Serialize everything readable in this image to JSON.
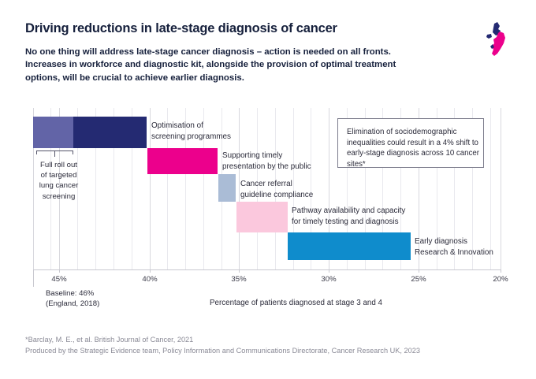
{
  "header": {
    "title": "Driving reductions in late-stage diagnosis of cancer",
    "subtitle": "No one thing will address late-stage cancer diagnosis – action is needed on all fronts. Increases in workforce and diagnostic kit, alongside the provision of optimal treatment options, will be crucial to achieve earlier diagnosis.",
    "logo_name": "uk-map-logo"
  },
  "callout": {
    "text": "Elimination of sociodemographic inequalities could result in a 4% shift to early-stage diagnosis across 10 cancer sites*"
  },
  "bracket": {
    "label": "Full roll out\nof targeted\nlung cancer\nscreening"
  },
  "notes": {
    "baseline": "Baseline: 46%\n(England, 2018)",
    "axis_title": "Percentage of patients diagnosed at stage 3 and 4"
  },
  "footer": {
    "line1": "*Barclay, M. E., et al. British Journal of Cancer, 2021",
    "line2": "Produced by the Strategic Evidence team, Policy Information and Communications Directorate, Cancer Research UK, 2023"
  },
  "chart_data": {
    "type": "bar",
    "orientation": "horizontal-waterfall",
    "title": "Driving reductions in late-stage diagnosis of cancer",
    "xlabel": "Percentage of patients diagnosed at stage 3 and 4",
    "ylabel": "",
    "xlim": [
      46.0,
      20.0
    ],
    "x_reversed": true,
    "tick_values": [
      45,
      40,
      35,
      30,
      25,
      20
    ],
    "tick_labels": [
      "45%",
      "40%",
      "35%",
      "30%",
      "25%",
      "20%"
    ],
    "grid": true,
    "legend": "none",
    "baseline_value": 46.0,
    "baseline_label": "Baseline: 46%\n(England, 2018)",
    "segments": [
      {
        "label": "Full roll out of targeted lung cancer screening",
        "label_display": "",
        "start": 46.0,
        "end": 43.75,
        "magnitude": 2.25,
        "color": "#6264a7",
        "label_position": "bracket-below"
      },
      {
        "label": "Optimisation of screening programmes",
        "label_display": "Optimisation of\nscreening programmes",
        "start": 43.75,
        "end": 39.6,
        "magnitude": 4.15,
        "color": "#242a72",
        "label_position": "right"
      },
      {
        "label": "Supporting timely presentation by the public",
        "label_display": "Supporting timely\npresentation by the public",
        "start": 39.6,
        "end": 35.7,
        "magnitude": 3.9,
        "color": "#ec008c",
        "label_position": "right"
      },
      {
        "label": "Cancer referral guideline compliance",
        "label_display": "Cancer referral\nguideline compliance",
        "start": 35.7,
        "end": 34.7,
        "magnitude": 1.0,
        "color": "#aabcd6",
        "label_position": "right"
      },
      {
        "label": "Pathway availability and capacity for timely testing and diagnosis",
        "label_display": "Pathway availability and capacity\nfor timely testing and diagnosis",
        "start": 34.7,
        "end": 31.8,
        "magnitude": 2.9,
        "color": "#fbc8dd",
        "label_position": "right"
      },
      {
        "label": "Early diagnosis Research & Innovation",
        "label_display": "Early diagnosis\nResearch & Innovation",
        "start": 31.8,
        "end": 25.0,
        "magnitude": 6.8,
        "color": "#0f8ccc",
        "label_position": "right"
      }
    ],
    "annotation": "Elimination of sociodemographic inequalities could result in a 4% shift to early-stage diagnosis across 10 cancer sites*",
    "final_value": 25.0,
    "source_note": "*Barclay, M. E., et al. British Journal of Cancer, 2021"
  },
  "colors": {
    "navy": "#242a72",
    "purple": "#6264a7",
    "magenta": "#ec008c",
    "steel": "#aabcd6",
    "pink_light": "#fbc8dd",
    "blue": "#0f8ccc",
    "text_dark": "#16203c",
    "text_muted": "#8a8a96"
  }
}
